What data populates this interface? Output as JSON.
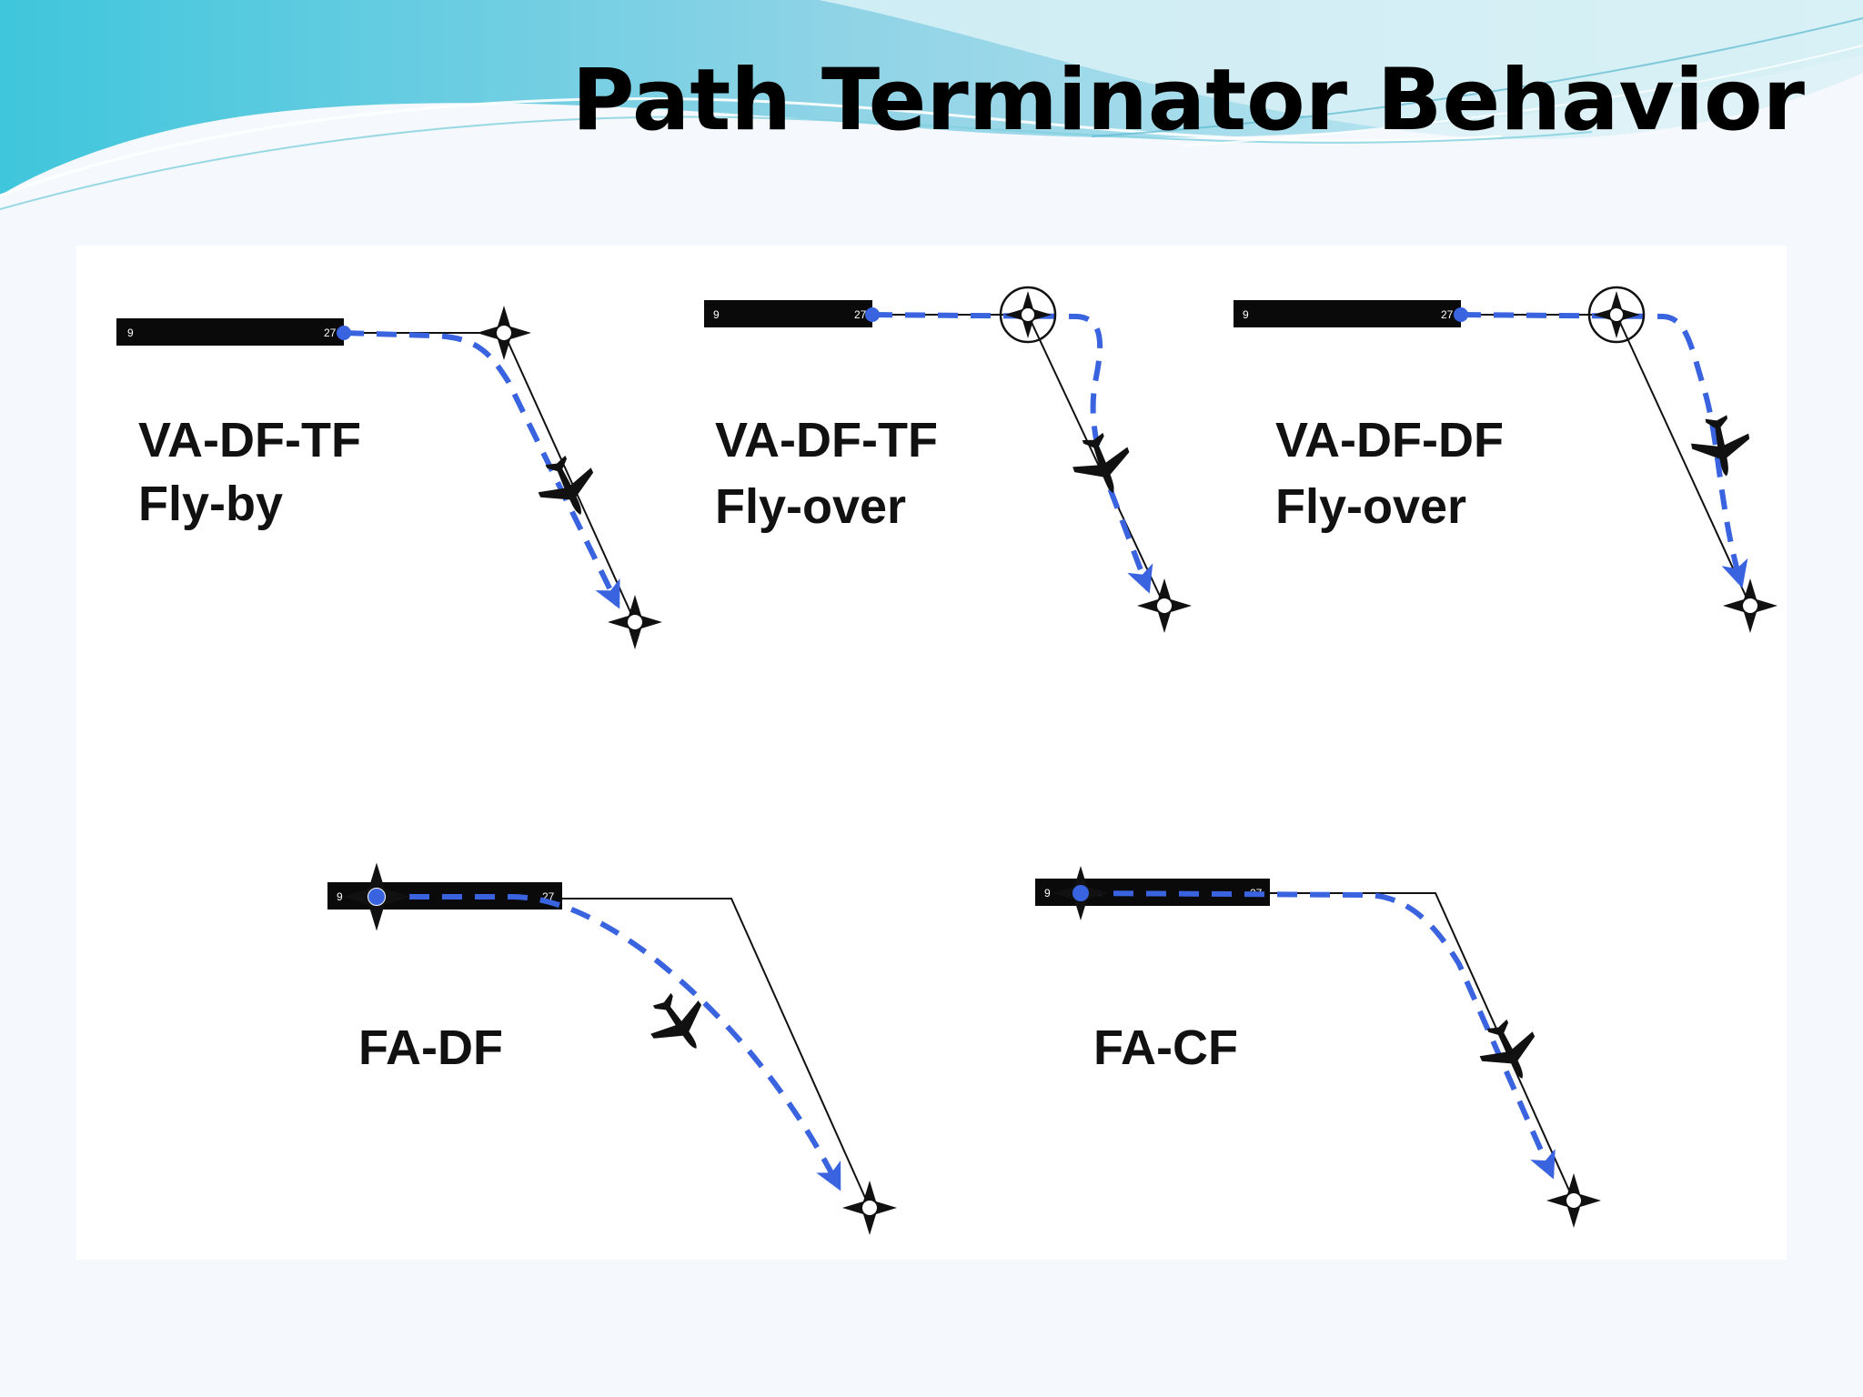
{
  "slide": {
    "title": "Path Terminator Behavior"
  },
  "colors": {
    "path_blue": "#3a63e0",
    "track_black": "#111111",
    "runway": "#0a0a0a",
    "swoosh_teal": "#4cc3d6",
    "swoosh_light": "#bfe7ef"
  },
  "panels": [
    {
      "label_line1": "VA-DF-TF",
      "label_line2": "Fly-by",
      "runway_ends": [
        "9",
        "27"
      ]
    },
    {
      "label_line1": "VA-DF-TF",
      "label_line2": "Fly-over",
      "runway_ends": [
        "9",
        "27"
      ]
    },
    {
      "label_line1": "VA-DF-DF",
      "label_line2": "Fly-over",
      "runway_ends": [
        "9",
        "27"
      ]
    },
    {
      "label_line1": "FA-DF",
      "label_line2": "",
      "runway_ends": [
        "9",
        "27"
      ]
    },
    {
      "label_line1": "FA-CF",
      "label_line2": "",
      "runway_ends": [
        "9",
        "27"
      ]
    }
  ],
  "icons": {
    "waypoint": "waypoint-star-icon",
    "flyover": "flyover-waypoint-icon",
    "aircraft": "airplane-icon"
  }
}
